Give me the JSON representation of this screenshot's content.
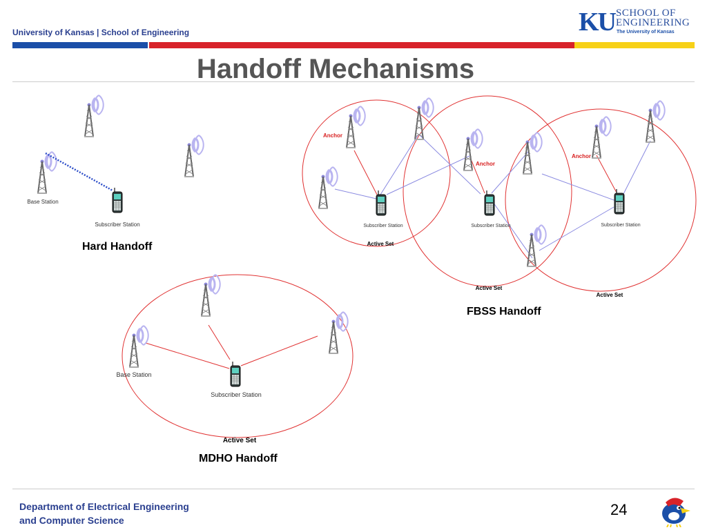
{
  "header": {
    "org": "University of Kansas | School of Engineering",
    "logo": {
      "ku": "KU",
      "line1": "SCHOOL OF",
      "line2": "ENGINEERING",
      "line3": "The University of Kansas"
    }
  },
  "title": "Handoff Mechanisms",
  "diagrams": {
    "hard": {
      "caption": "Hard Handoff",
      "base_station_label": "Base Station",
      "subscriber_label": "Subscriber Station"
    },
    "fbss": {
      "caption": "FBSS Handoff",
      "anchor_label": "Anchor",
      "subscriber_label": "Subscriber Station",
      "active_set_label": "Active Set"
    },
    "mdho": {
      "caption": "MDHO Handoff",
      "base_station_label": "Base Station",
      "subscriber_label": "Subscriber Station",
      "active_set_label": "Active Set"
    }
  },
  "colors": {
    "blue": "#1b4fa8",
    "red": "#d8232a",
    "yellow": "#f7d117"
  },
  "footer": {
    "dept_line1": "Department of Electrical Engineering",
    "dept_line2": "and Computer Science"
  },
  "page_number": "24"
}
